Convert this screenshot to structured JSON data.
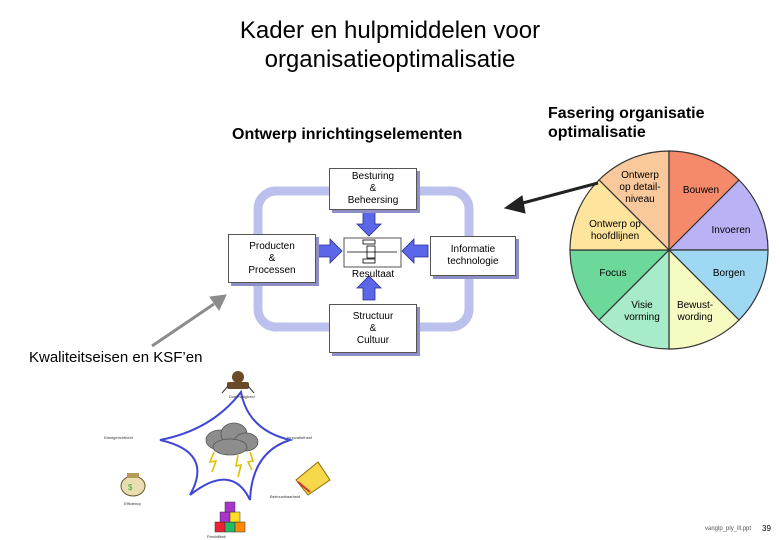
{
  "title": {
    "line1": "Kader en hulpmiddelen voor",
    "line2": "organisatieoptimalisatie"
  },
  "design": {
    "heading": "Ontwerp inrichtingselementen",
    "top_box": {
      "l1": "Besturing",
      "l2": "&",
      "l3": "Beheersing"
    },
    "left_box": {
      "l1": "Producten",
      "l2": "&",
      "l3": "Processen"
    },
    "center_label": "Resultaat",
    "right_box": {
      "l1": "Informatie",
      "l2": "technologie"
    },
    "bottom_box": {
      "l1": "Structuur",
      "l2": "&",
      "l3": "Cultuur"
    }
  },
  "phasing": {
    "heading_l1": "Fasering organisatie",
    "heading_l2": "optimalisatie",
    "segments": [
      {
        "label_l1": "Ontwerp",
        "label_l2": "op detail-",
        "label_l3": "niveau",
        "color": "#f9c89b"
      },
      {
        "label_l1": "Bouwen",
        "color": "#f58a6a"
      },
      {
        "label_l1": "Invoeren",
        "color": "#b9b2f4"
      },
      {
        "label_l1": "Borgen",
        "color": "#9fd8f2"
      },
      {
        "label_l1": "Bewust-",
        "label_l2": "wording",
        "color": "#f6fbc2"
      },
      {
        "label_l1": "Visie",
        "label_l2": "vorming",
        "color": "#a8ebc8"
      },
      {
        "label_l1": "Focus",
        "color": "#6cd89a"
      },
      {
        "label_l1": "Ontwerp op",
        "label_l2": "hoofdlijnen",
        "color": "#ffe49e"
      }
    ]
  },
  "quality": {
    "heading": "Kwaliteitseisen en KSF’en",
    "tiny_labels": [
      "Doelmatigheid",
      "Klantgerichtheid",
      "Innovatiefheid",
      "Efficiency",
      "Betrouwbaarheid",
      "Flexibiliteit"
    ]
  },
  "footer": {
    "file": "vanglp_ply_ill.ppt",
    "page": "39"
  },
  "colors": {
    "arrow_gray": "#8c8c8c",
    "frame_blue": "#bcc0ec",
    "shadow": "#8f8fc8"
  }
}
